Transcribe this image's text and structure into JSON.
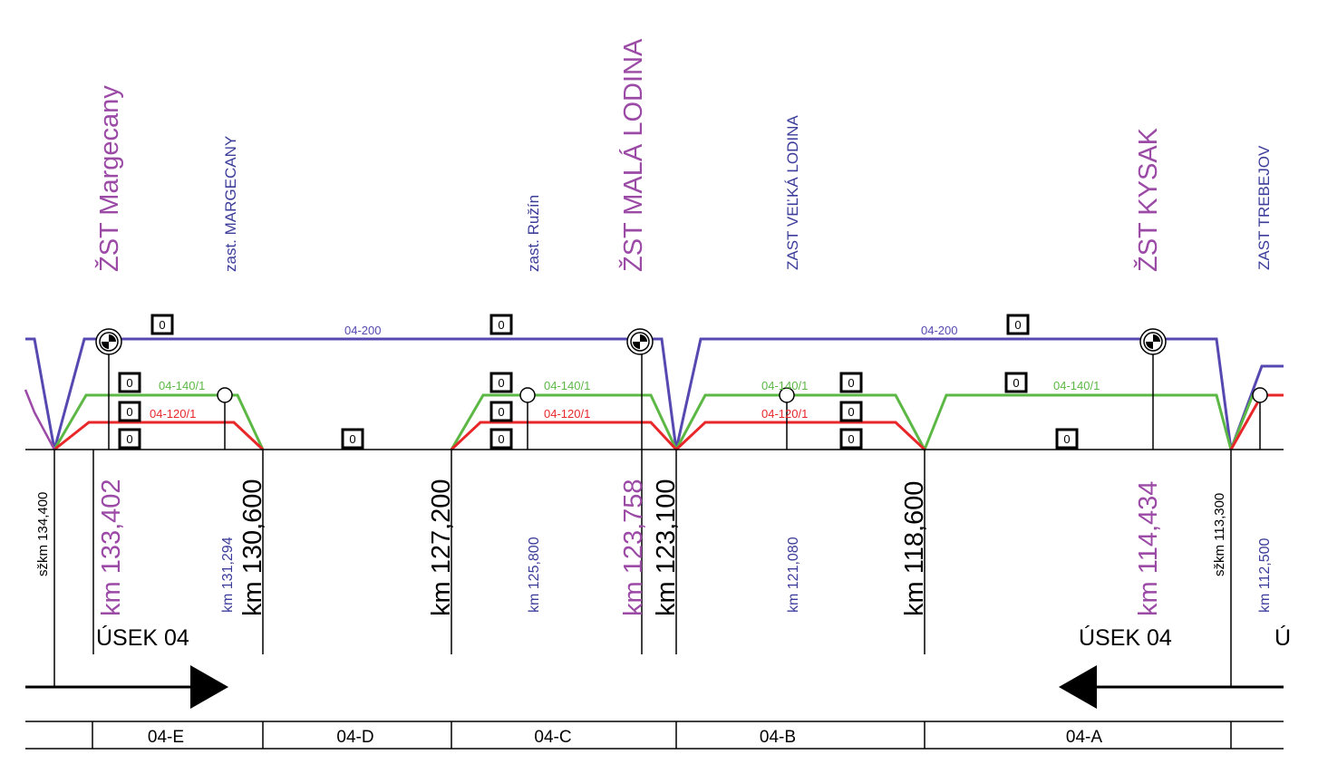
{
  "colors": {
    "station": "#9b4aa6",
    "stop": "#3c3c9a",
    "line_200": "#5548b0",
    "line_140": "#5cb845",
    "line_120": "#e8272a",
    "black": "#000000"
  },
  "stations": {
    "margecany": {
      "name": "ŽST Margecany",
      "km": "km 133,402"
    },
    "mala_lodina": {
      "name": "ŽST  MALÁ LODINA",
      "km": "km 123,758"
    },
    "kysak": {
      "name": "ŽST KYSAK",
      "km": "km 114,434"
    }
  },
  "stops": {
    "margecany": {
      "name": "zast. MARGECANY",
      "km": "km 131,294"
    },
    "ruzin": {
      "name": "zast. Ružín",
      "km": "km 125,800"
    },
    "velka_lodina": {
      "name": "ZAST VEĽKÁ LODINA",
      "km": "km 121,080"
    },
    "trebejov": {
      "name": "ZAST TREBEJOV",
      "km": "km 112,500"
    }
  },
  "boundaries": {
    "b130600": "km 130,600",
    "b127200": "km 127,200",
    "b123100": "km 123,100",
    "b118600": "km 118,600"
  },
  "szkm": {
    "left": "sžkm  134,400",
    "right": "sžkm  113,300"
  },
  "speed_labels": {
    "s200": "04-200",
    "s140": "04-140/1",
    "s120": "04-120/1"
  },
  "box_value": "0",
  "usek": {
    "left": "ÚSEK 04",
    "right": "ÚSEK 04",
    "right_clipped": "Ú"
  },
  "sections": [
    "04-E",
    "04-D",
    "04-C",
    "04-B",
    "04-A"
  ]
}
